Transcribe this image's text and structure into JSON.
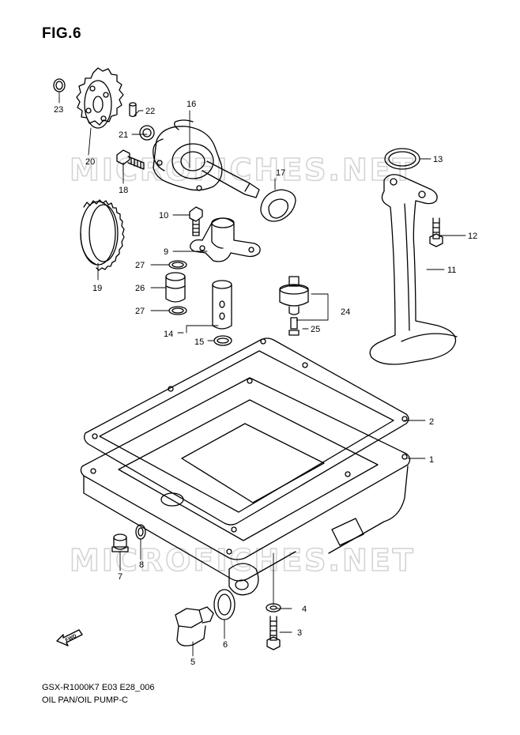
{
  "figure": {
    "title": "FIG.6",
    "model_code": "GSX-R1000K7 E03 E28_006",
    "caption": "OIL PAN/OIL PUMP-C"
  },
  "watermarks": [
    "MICROFICHES.NET",
    "MICROFICHES.NET"
  ],
  "fwd_label": "FWD",
  "callouts": [
    "1",
    "2",
    "3",
    "4",
    "5",
    "6",
    "7",
    "8",
    "9",
    "10",
    "11",
    "12",
    "13",
    "14",
    "15",
    "16",
    "17",
    "18",
    "19",
    "20",
    "21",
    "22",
    "23",
    "24",
    "25",
    "26",
    "27",
    "27"
  ]
}
